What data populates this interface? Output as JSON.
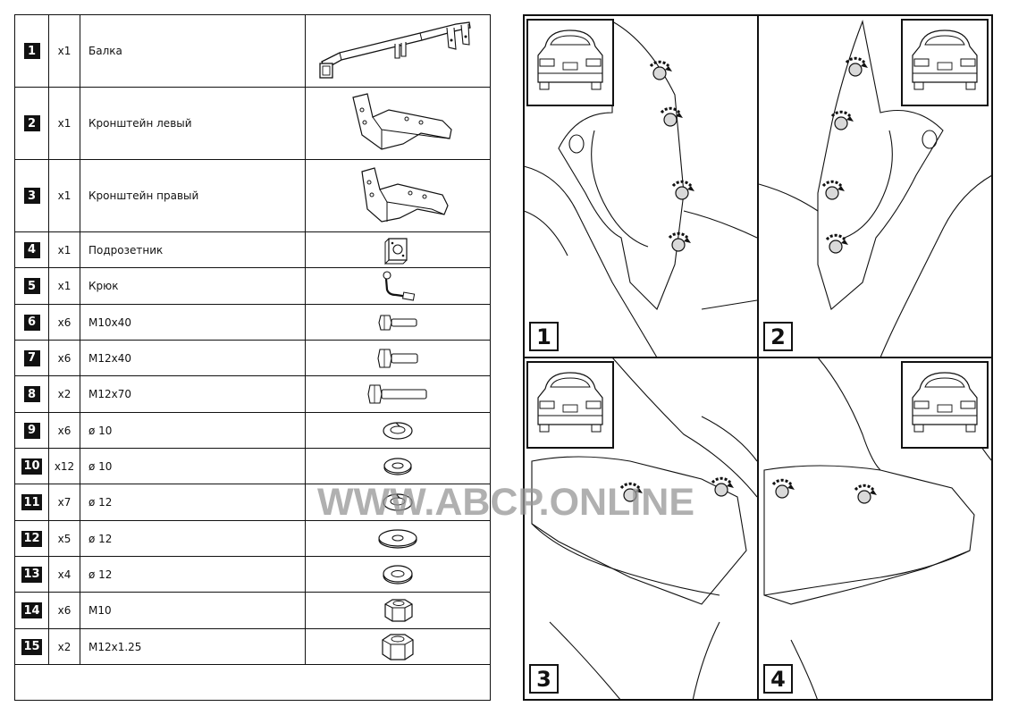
{
  "parts": [
    {
      "num": "1",
      "qty": "x1",
      "name": "Балка",
      "icon": "beam-icon"
    },
    {
      "num": "2",
      "qty": "x1",
      "name": "Кронштейн левый",
      "icon": "left-bracket-icon"
    },
    {
      "num": "3",
      "qty": "x1",
      "name": "Кронштейн правый",
      "icon": "right-bracket-icon"
    },
    {
      "num": "4",
      "qty": "x1",
      "name": "Подрозетник",
      "icon": "socket-plate-icon"
    },
    {
      "num": "5",
      "qty": "x1",
      "name": "Крюк",
      "icon": "hook-icon"
    },
    {
      "num": "6",
      "qty": "x6",
      "name": "M10x40",
      "icon": "bolt-icon"
    },
    {
      "num": "7",
      "qty": "x6",
      "name": "M12x40",
      "icon": "bolt-icon"
    },
    {
      "num": "8",
      "qty": "x2",
      "name": "M12x70",
      "icon": "long-bolt-icon"
    },
    {
      "num": "9",
      "qty": "x6",
      "name": "ø 10",
      "icon": "spring-washer-icon"
    },
    {
      "num": "10",
      "qty": "x12",
      "name": "ø 10",
      "icon": "flat-washer-icon"
    },
    {
      "num": "11",
      "qty": "x7",
      "name": "ø 12",
      "icon": "spring-washer-icon"
    },
    {
      "num": "12",
      "qty": "x5",
      "name": "ø 12",
      "icon": "large-washer-icon"
    },
    {
      "num": "13",
      "qty": "x4",
      "name": "ø 12",
      "icon": "flat-washer-icon"
    },
    {
      "num": "14",
      "qty": "x6",
      "name": "M10",
      "icon": "hex-nut-icon"
    },
    {
      "num": "15",
      "qty": "x2",
      "name": "M12x1.25",
      "icon": "hex-nut-large-icon"
    }
  ],
  "steps": [
    {
      "label": "1"
    },
    {
      "label": "2"
    },
    {
      "label": "3"
    },
    {
      "label": "4"
    }
  ],
  "watermark": "WWW.ABCP.ONLINE"
}
